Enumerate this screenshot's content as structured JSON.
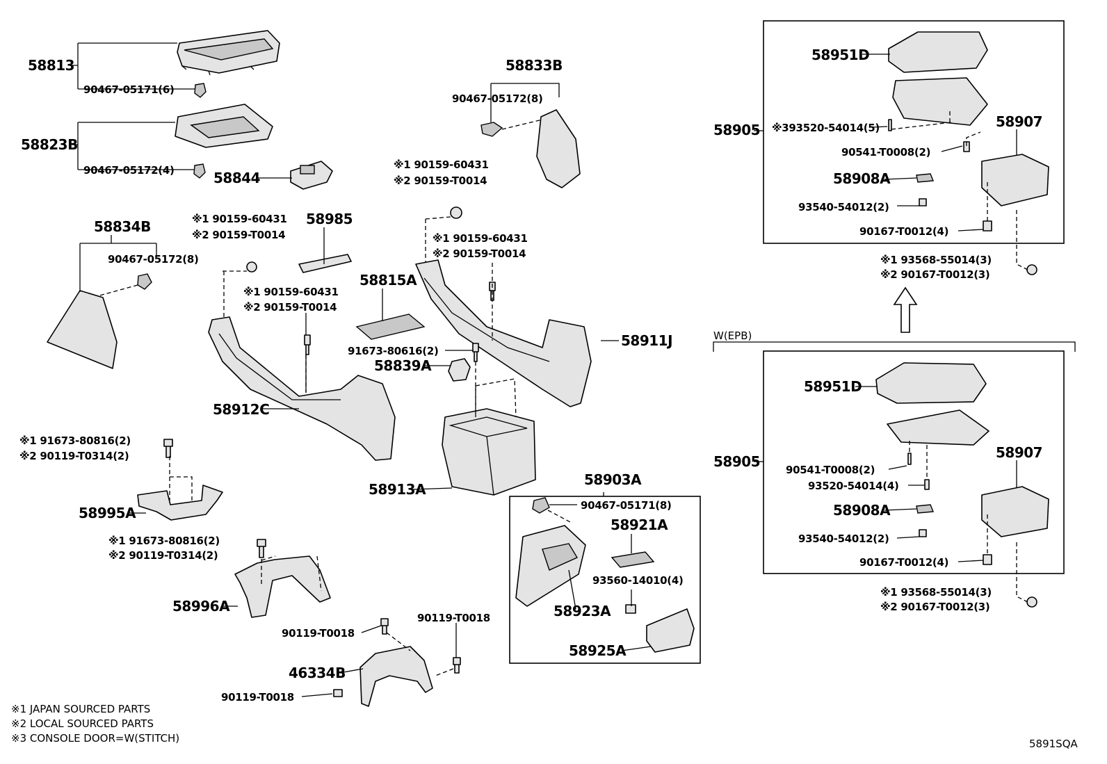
{
  "labels": {
    "p58813": "58813",
    "p90467_05171_6": "90467-05171(6)",
    "p58823B": "58823B",
    "p90467_05172_4": "90467-05172(4)",
    "p58844": "58844",
    "p58834B": "58834B",
    "p90467_05172_8a": "90467-05172(8)",
    "s1_90159_60431_a": "※1 90159-60431",
    "s2_90159_T0014_a": "※2 90159-T0014",
    "p58985": "58985",
    "s1_90159_60431_b": "※1 90159-60431",
    "s2_90159_T0014_b": "※2 90159-T0014",
    "p58815A": "58815A",
    "p91673_80616_2": "91673-80616(2)",
    "p58839A": "58839A",
    "p58912C": "58912C",
    "s1_91673_80816_a": "※1 91673-80816(2)",
    "s2_90119_T0314_a": "※2 90119-T0314(2)",
    "p58995A": "58995A",
    "s1_91673_80816_b": "※1 91673-80816(2)",
    "s2_90119_T0314_b": "※2 90119-T0314(2)",
    "p58996A": "58996A",
    "p58833B": "58833B",
    "p90467_05172_8b": "90467-05172(8)",
    "s1_90159_60431_c": "※1 90159-60431",
    "s2_90159_T0014_c": "※2 90159-T0014",
    "s1_90159_60431_d": "※1 90159-60431",
    "s2_90159_T0014_d": "※2 90159-T0014",
    "p58911J": "58911J",
    "p58913A": "58913A",
    "p58903A": "58903A",
    "p90467_05171_8": "90467-05171(8)",
    "p58921A": "58921A",
    "p58923A": "58923A",
    "p93560_14010_4": "93560-14010(4)",
    "p58925A": "58925A",
    "p90119_T0018_a": "90119-T0018",
    "p90119_T0018_b": "90119-T0018",
    "p46334B": "46334B",
    "p90119_T0018_c": "90119-T0018",
    "p58951D_a": "58951D",
    "p58905_a": "58905",
    "s3_93520_54014_5": "※393520-54014(5)",
    "p90541_T0008_2a": "90541-T0008(2)",
    "p58907_a": "58907",
    "p58908A_a": "58908A",
    "p93540_54012_2a": "93540-54012(2)",
    "p90167_T0012_4a": "90167-T0012(4)",
    "s1_93568_55014_a": "※1 93568-55014(3)",
    "s2_90167_T0012_a": "※2 90167-T0012(3)",
    "wepb": "W(EPB)",
    "p58951D_b": "58951D",
    "p58905_b": "58905",
    "p90541_T0008_2b": "90541-T0008(2)",
    "p93520_54014_4": "93520-54014(4)",
    "p58907_b": "58907",
    "p58908A_b": "58908A",
    "p93540_54012_2b": "93540-54012(2)",
    "p90167_T0012_4b": "90167-T0012(4)",
    "s1_93568_55014_b": "※1 93568-55014(3)",
    "s2_90167_T0012_b": "※2 90167-T0012(3)"
  },
  "notes": {
    "n1": "※1 JAPAN SOURCED PARTS",
    "n2": "※2 LOCAL SOURCED PARTS",
    "n3": "※3 CONSOLE DOOR=W(STITCH)"
  },
  "diagram_code": "5891SQA"
}
